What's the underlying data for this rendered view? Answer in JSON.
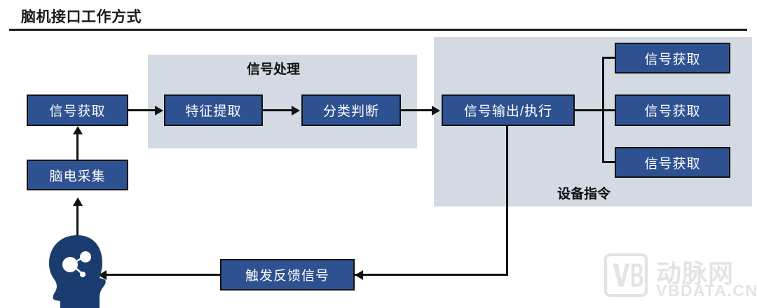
{
  "header": {
    "title": "脑机接口工作方式"
  },
  "panels": [
    {
      "label": "信号处理"
    },
    {
      "label": "设备指令"
    }
  ],
  "boxes": {
    "signal_acquisition": "信号获取",
    "feature_extraction": "特征提取",
    "classification": "分类判断",
    "signal_output": "信号输出/执行",
    "eeg_collection": "脑电采集",
    "feedback": "触发反馈信号",
    "device_1": "信号获取",
    "device_2": "信号获取",
    "device_3": "信号获取"
  },
  "icons": {
    "head": "head-profile-brain-icon"
  },
  "watermark": {
    "logo": "VB",
    "name_cn": "动脉网",
    "name_en": "VBDATA.CN"
  },
  "colors": {
    "box_fill": "#2e5191",
    "box_border": "#121212",
    "panel_fill": "#d4dae3",
    "icon_navy": "#1b3c6e",
    "line": "#121212",
    "watermark_gray": "#e4e4e4"
  }
}
